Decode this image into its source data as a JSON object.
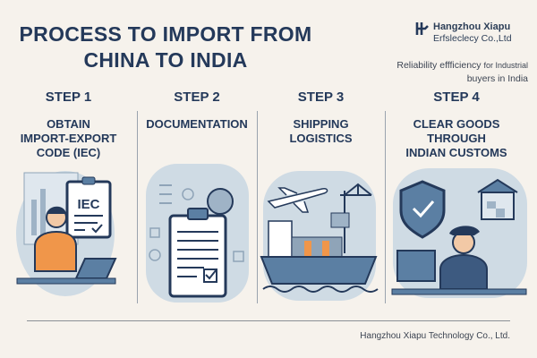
{
  "header": {
    "title_line1": "PROCESS TO IMPORT FROM",
    "title_line2": "CHINA TO INDIA"
  },
  "logo": {
    "name_line1": "Hangzhou Xiapu",
    "name_line2": "Erfsleclecy Co.,Ltd"
  },
  "tagline": {
    "main": "Reliability effficiency",
    "small": "for Industrial",
    "line2": "buyers in India"
  },
  "steps": [
    {
      "label": "STEP 1",
      "title": [
        "OBTAIN",
        "IMPORT-EXPORT",
        "CODE (IEC)"
      ],
      "icon": "iec-certificate-icon",
      "badge": "IEC"
    },
    {
      "label": "STEP 2",
      "title": [
        "DOCUMENTATION"
      ],
      "icon": "clipboard-documents-icon"
    },
    {
      "label": "STEP 3",
      "title": [
        "SHIPPING",
        "LOGISTICS"
      ],
      "icon": "ship-plane-icon"
    },
    {
      "label": "STEP 4",
      "title": [
        "CLEAR GOODS",
        "THROUGH",
        "INDIAN CUSTOMS"
      ],
      "icon": "customs-officer-icon"
    }
  ],
  "footer": {
    "text": "Hangzhou Xiapu Technology Co., Ltd."
  },
  "colors": {
    "navy": "#24395a",
    "background": "#f6f2ec",
    "circle": "#cfdbe4",
    "steel": "#5b7fa3",
    "orange": "#f0964a"
  }
}
